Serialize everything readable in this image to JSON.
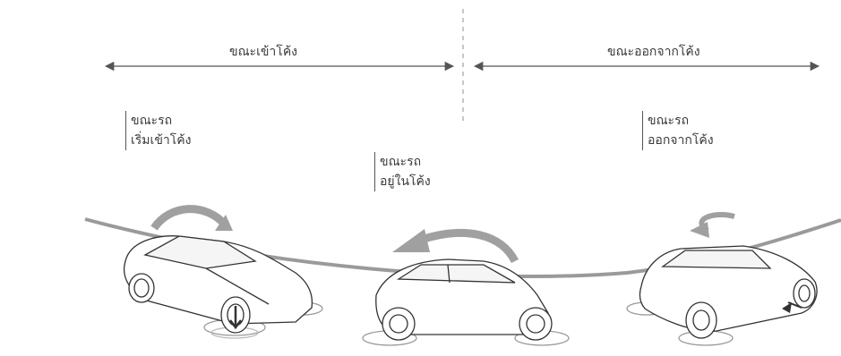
{
  "phases": {
    "entering": "ขณะเข้าโค้ง",
    "exiting": "ขณะออกจากโค้ง"
  },
  "stages": [
    {
      "line1": "ขณะรถ",
      "line2": "เริ่มเข้าโค้ง"
    },
    {
      "line1": "ขณะรถ",
      "line2": "อยู่ในโค้ง"
    },
    {
      "line1": "ขณะรถ",
      "line2": "ออกจากโค้ง"
    }
  ],
  "colors": {
    "line": "#555555",
    "road": "#9a9a9a",
    "arrow": "#a0a0a0",
    "car_outline": "#333333",
    "text": "#3a3a3a"
  }
}
